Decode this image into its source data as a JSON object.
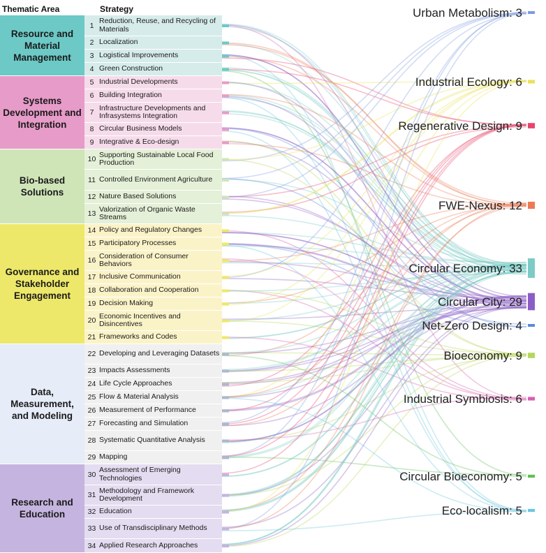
{
  "headers": {
    "thematic_area": "Thematic Area",
    "strategy": "Strategy"
  },
  "thematic_areas": [
    {
      "label": "Resource and Material Management",
      "color": "#6cc9c6",
      "light": "#d6ecea",
      "rows": [
        1,
        4
      ]
    },
    {
      "label": "Systems Development and Integration",
      "color": "#e79bc8",
      "light": "#f6dcea",
      "rows": [
        5,
        9
      ]
    },
    {
      "label": "Bio-based Solutions",
      "color": "#cfe5b8",
      "light": "#e4f0d7",
      "rows": [
        10,
        13
      ]
    },
    {
      "label": "Governance and Stakeholder Engagement",
      "color": "#ede86a",
      "light": "#fbf3c8",
      "rows": [
        14,
        21
      ]
    },
    {
      "label": "Data, Measurement, and Modeling",
      "color": "#e6ecf8",
      "light": "#f0f0f0",
      "rows": [
        22,
        29
      ]
    },
    {
      "label": "Research and Education",
      "color": "#c5b4df",
      "light": "#e4dcf0",
      "rows": [
        30,
        34
      ]
    }
  ],
  "strategies": [
    {
      "num": "1",
      "label": "Reduction, Reuse, and Recycling of Materials"
    },
    {
      "num": "2",
      "label": "Localization"
    },
    {
      "num": "3",
      "label": "Logistical Improvements"
    },
    {
      "num": "4",
      "label": "Green Construction"
    },
    {
      "num": "5",
      "label": "Industrial Developments"
    },
    {
      "num": "6",
      "label": "Building Integration"
    },
    {
      "num": "7",
      "label": "Infrastructure Developments and Infrasystems Integration"
    },
    {
      "num": "8",
      "label": "Circular Business Models"
    },
    {
      "num": "9",
      "label": "Integrative & Eco-design"
    },
    {
      "num": "10",
      "label": "Supporting Sustainable Local Food Production"
    },
    {
      "num": "11",
      "label": "Controlled Environment Agriculture"
    },
    {
      "num": "12",
      "label": "Nature Based Solutions"
    },
    {
      "num": "13",
      "label": "Valorization of Organic Waste Streams"
    },
    {
      "num": "14",
      "label": "Policy and Regulatory Changes"
    },
    {
      "num": "15",
      "label": "Participatory Processes"
    },
    {
      "num": "16",
      "label": "Consideration of Consumer Behaviors"
    },
    {
      "num": "17",
      "label": "Inclusive Communication"
    },
    {
      "num": "18",
      "label": "Collaboration and Cooperation"
    },
    {
      "num": "19",
      "label": "Decision Making"
    },
    {
      "num": "20",
      "label": "Economic Incentives and Disincentives"
    },
    {
      "num": "21",
      "label": "Frameworks and Codes"
    },
    {
      "num": "22",
      "label": "Developing and Leveraging Datasets"
    },
    {
      "num": "23",
      "label": "Impacts Assessments"
    },
    {
      "num": "24",
      "label": "Life Cycle Approaches"
    },
    {
      "num": "25",
      "label": "Flow & Material Analysis"
    },
    {
      "num": "26",
      "label": "Measurement of Performance"
    },
    {
      "num": "27",
      "label": "Forecasting and Simulation"
    },
    {
      "num": "28",
      "label": "Systematic Quantitative Analysis"
    },
    {
      "num": "29",
      "label": "Mapping"
    },
    {
      "num": "30",
      "label": "Assessment of Emerging Technologies"
    },
    {
      "num": "31",
      "label": "Methodology and Framework Development"
    },
    {
      "num": "32",
      "label": "Education"
    },
    {
      "num": "33",
      "label": "Use of Transdisciplinary Methods"
    },
    {
      "num": "34",
      "label": "Applied Research Approaches"
    }
  ],
  "targets": [
    {
      "name": "Urban Metabolism",
      "count": 3,
      "text": "Urban Metabolism: 3",
      "color": "#7d9be0"
    },
    {
      "name": "Industrial Ecology",
      "count": 6,
      "text": "Industrial Ecology: 6",
      "color": "#e8e25a"
    },
    {
      "name": "Regenerative Design",
      "count": 9,
      "text": "Regenerative Design: 9",
      "color": "#e8456a"
    },
    {
      "name": "FWE-Nexus",
      "count": 12,
      "text": "FWE-Nexus: 12",
      "color": "#ec7a55"
    },
    {
      "name": "Circular Economy",
      "count": 33,
      "text": "Circular Economy: 33",
      "color": "#7ccbc6"
    },
    {
      "name": "Circular City",
      "count": 29,
      "text": "Circular City: 29",
      "color": "#8b5ec7"
    },
    {
      "name": "Net-Zero Design",
      "count": 4,
      "text": "Net-Zero Design: 4",
      "color": "#5b8ad6"
    },
    {
      "name": "Bioeconomy",
      "count": 9,
      "text": "Bioeconomy: 9",
      "color": "#b6d65a"
    },
    {
      "name": "Industrial Symbiosis",
      "count": 6,
      "text": "Industrial Symbiosis: 6",
      "color": "#d95fb0"
    },
    {
      "name": "Circular Bioeconomy",
      "count": 5,
      "text": "Circular Bioeconomy: 5",
      "color": "#5fbf56"
    },
    {
      "name": "Eco-localism",
      "count": 5,
      "text": "Eco-localism: 5",
      "color": "#6cc6e0"
    }
  ]
}
